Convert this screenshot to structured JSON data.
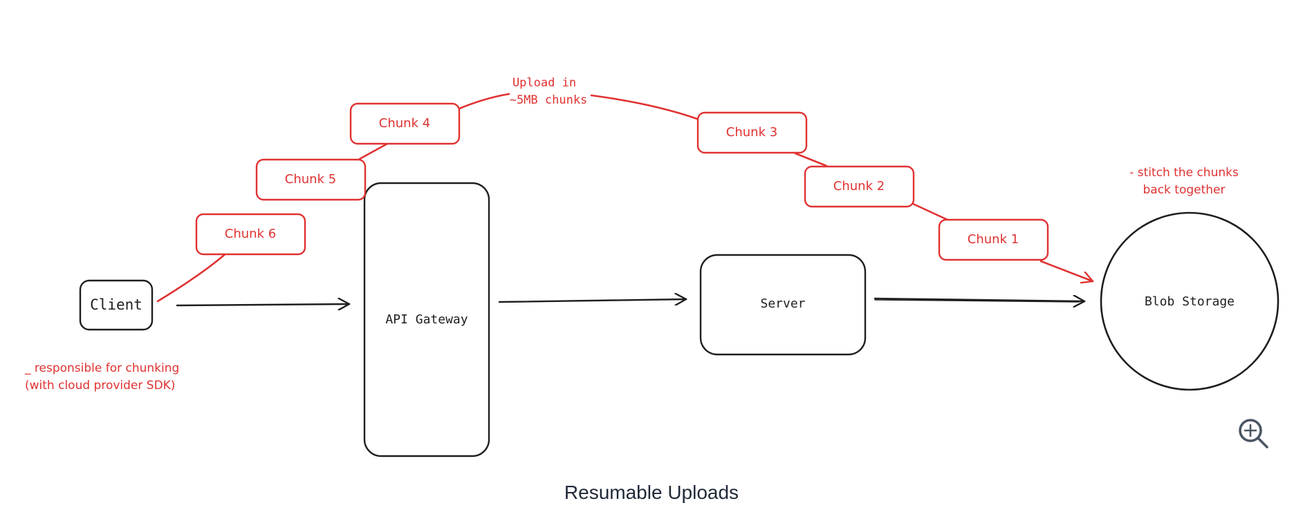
{
  "caption": "Resumable Uploads",
  "colors": {
    "ink": "#1e1e1e",
    "accent": "#e03131",
    "caption": "#1f2937",
    "icon": "#4b5563"
  },
  "nodes": {
    "client": "Client",
    "api_gateway": "API Gateway",
    "server": "Server",
    "blob_storage": "Blob Storage"
  },
  "chunks": [
    "Chunk 1",
    "Chunk 2",
    "Chunk 3",
    "Chunk 4",
    "Chunk 5",
    "Chunk 6"
  ],
  "notes": {
    "upload_line1": "Upload in",
    "upload_line2": "~5MB chunks",
    "client_line1": "_ responsible for chunking",
    "client_line2": "(with cloud provider SDK)",
    "storage_line1": "- stitch the chunks",
    "storage_line2": "back together"
  },
  "icons": {
    "zoom": "zoom-in-icon"
  }
}
